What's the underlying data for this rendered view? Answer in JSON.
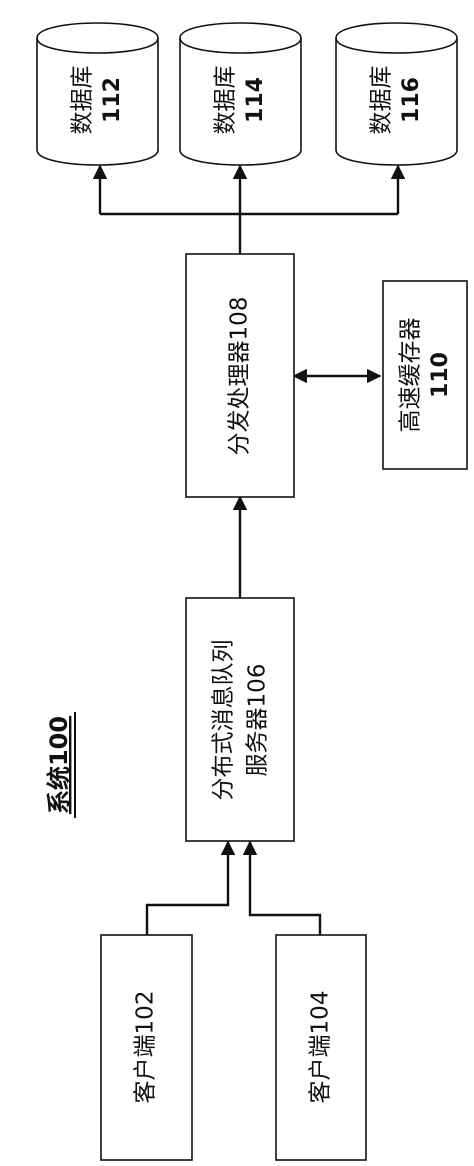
{
  "title": "系统100",
  "nodes": {
    "client_102": {
      "line1": "客户端102"
    },
    "client_104": {
      "line1": "客户端104"
    },
    "mq_server": {
      "line1": "分布式消息队列",
      "line2": "服务器106"
    },
    "dispatcher": {
      "line1": "分发处理器108"
    },
    "cache": {
      "line1": "高速缓存器",
      "line2": "110"
    },
    "db_112": {
      "line1": "数据库",
      "line2": "112"
    },
    "db_114": {
      "line1": "数据库",
      "line2": "114"
    },
    "db_116": {
      "line1": "数据库",
      "line2": "116"
    }
  },
  "connections": [
    {
      "from": "client_102",
      "to": "mq_server",
      "arrow": "single"
    },
    {
      "from": "client_104",
      "to": "mq_server",
      "arrow": "single"
    },
    {
      "from": "mq_server",
      "to": "dispatcher",
      "arrow": "single"
    },
    {
      "from": "dispatcher",
      "to": "cache",
      "arrow": "double"
    },
    {
      "from": "dispatcher",
      "to": "db_112",
      "arrow": "single"
    },
    {
      "from": "dispatcher",
      "to": "db_114",
      "arrow": "single"
    },
    {
      "from": "dispatcher",
      "to": "db_116",
      "arrow": "single"
    }
  ]
}
